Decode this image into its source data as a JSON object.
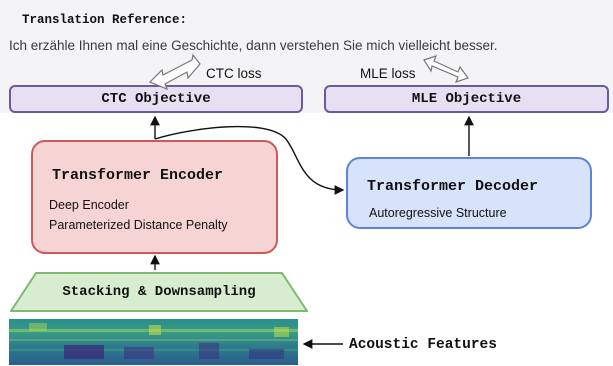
{
  "reference": {
    "title": "Translation Reference:",
    "sentence": "Ich erzähle Ihnen mal eine Geschichte, dann verstehen Sie mich vielleicht besser."
  },
  "losses": {
    "ctc": "CTC loss",
    "mle": "MLE loss"
  },
  "objectives": {
    "ctc": "CTC Objective",
    "mle": "MLE Objective"
  },
  "encoder": {
    "title": "Transformer Encoder",
    "lines": [
      "Deep Encoder",
      "Parameterized Distance Penalty"
    ]
  },
  "decoder": {
    "title": "Transformer Decoder",
    "subtitle": "Autoregressive Structure"
  },
  "stacking": {
    "label": "Stacking & Downsampling"
  },
  "features": {
    "label": "Acoustic Features"
  },
  "colors": {
    "objective_fill": "#e6e0f2",
    "objective_border": "#6c5a9a",
    "encoder_fill": "#f6d4d3",
    "encoder_border": "#cc5a58",
    "decoder_fill": "#d6e3fa",
    "decoder_border": "#5b85d8",
    "stacking_fill": "#d8ecd0",
    "stacking_border": "#7fb870"
  }
}
